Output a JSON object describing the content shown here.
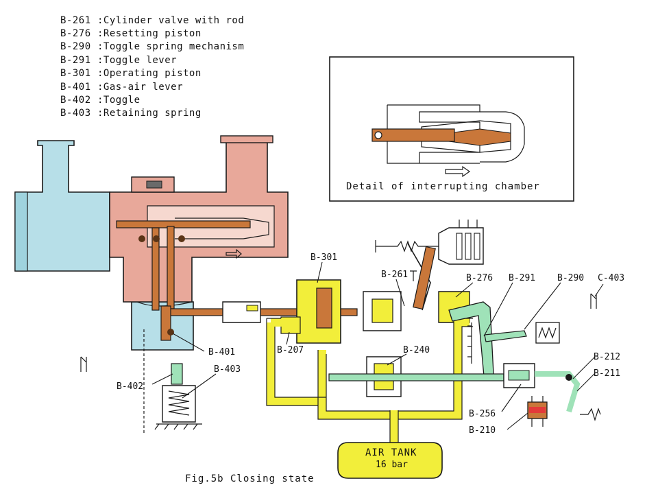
{
  "legend": [
    {
      "code": "B-261",
      "desc": ":Cylinder valve with rod"
    },
    {
      "code": "B-276",
      "desc": ":Resetting piston"
    },
    {
      "code": "B-290",
      "desc": ":Toggle spring mechanism"
    },
    {
      "code": "B-291",
      "desc": ":Toggle lever"
    },
    {
      "code": "B-301",
      "desc": ":Operating piston"
    },
    {
      "code": "B-401",
      "desc": ":Gas-air lever"
    },
    {
      "code": "B-402",
      "desc": ":Toggle"
    },
    {
      "code": "B-403",
      "desc": ":Retaining spring"
    }
  ],
  "detail_caption": "Detail of interrupting chamber",
  "callouts": {
    "b301": "B-301",
    "b261": "B-261",
    "b276": "B-276",
    "b291": "B-291",
    "b290": "B-290",
    "c403": "C-403",
    "b207": "B-207",
    "b240": "B-240",
    "b401": "B-401",
    "b403": "B-403",
    "b402": "B-402",
    "b212": "B-212",
    "b211": "B-211",
    "b256": "B-256",
    "b210": "B-210"
  },
  "air_tank": {
    "label": "AIR TANK",
    "pressure": "16 bar"
  },
  "figure_caption": "Fig.5b Closing state",
  "colors": {
    "gas_chamber": "#b7dfe8",
    "interrupter": "#e8a89a",
    "linkage": "#c9773a",
    "pneumatic": "#f2ee3a",
    "mechanism": "#9fe2b8",
    "coil": "#e33a3a"
  }
}
